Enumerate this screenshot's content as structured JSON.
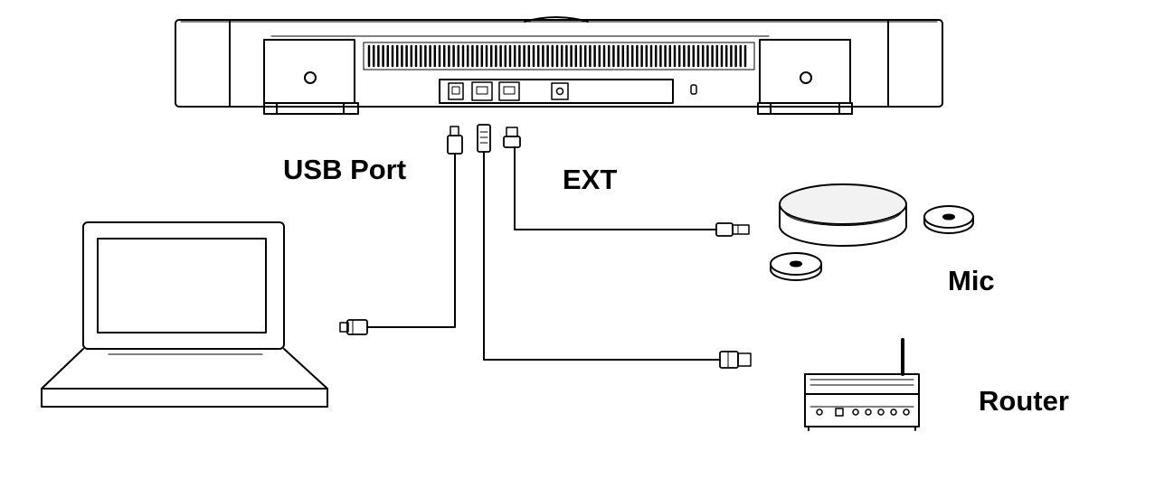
{
  "labels": {
    "usb_port": "USB Port",
    "ext": "EXT",
    "mic": "Mic",
    "router": "Router"
  },
  "colors": {
    "line": "#000000",
    "background": "#ffffff",
    "light_fill": "#f2f2f2"
  }
}
